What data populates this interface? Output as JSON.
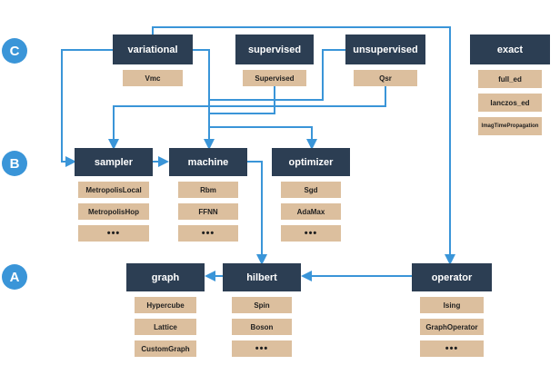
{
  "layers": [
    {
      "id": "C",
      "label": "C"
    },
    {
      "id": "B",
      "label": "B"
    },
    {
      "id": "A",
      "label": "A"
    }
  ],
  "modules": {
    "variational": {
      "title": "variational",
      "items": [
        {
          "label": "Vmc"
        }
      ]
    },
    "supervised": {
      "title": "supervised",
      "items": [
        {
          "label": "Supervised"
        }
      ]
    },
    "unsupervised": {
      "title": "unsupervised",
      "items": [
        {
          "label": "Qsr"
        }
      ]
    },
    "exact": {
      "title": "exact",
      "items": [
        {
          "label": "full_ed"
        },
        {
          "label": "lanczos_ed"
        },
        {
          "label": "ImagTimePropagation",
          "small": true
        }
      ]
    },
    "sampler": {
      "title": "sampler",
      "items": [
        {
          "label": "MetropolisLocal"
        },
        {
          "label": "MetropolisHop"
        },
        {
          "label": "•••",
          "dots": true
        }
      ]
    },
    "machine": {
      "title": "machine",
      "items": [
        {
          "label": "Rbm"
        },
        {
          "label": "FFNN"
        },
        {
          "label": "•••",
          "dots": true
        }
      ]
    },
    "optimizer": {
      "title": "optimizer",
      "items": [
        {
          "label": "Sgd"
        },
        {
          "label": "AdaMax"
        },
        {
          "label": "•••",
          "dots": true
        }
      ]
    },
    "graph": {
      "title": "graph",
      "items": [
        {
          "label": "Hypercube"
        },
        {
          "label": "Lattice"
        },
        {
          "label": "CustomGraph"
        }
      ]
    },
    "hilbert": {
      "title": "hilbert",
      "items": [
        {
          "label": "Spin"
        },
        {
          "label": "Boson"
        },
        {
          "label": "•••",
          "dots": true
        }
      ]
    },
    "operator": {
      "title": "operator",
      "items": [
        {
          "label": "Ising"
        },
        {
          "label": "GraphOperator"
        },
        {
          "label": "•••",
          "dots": true
        }
      ]
    }
  },
  "colors": {
    "header": "#2c3e53",
    "item": "#dcbf9e",
    "arrow": "#3a95d8",
    "badge": "#3a95d8"
  }
}
